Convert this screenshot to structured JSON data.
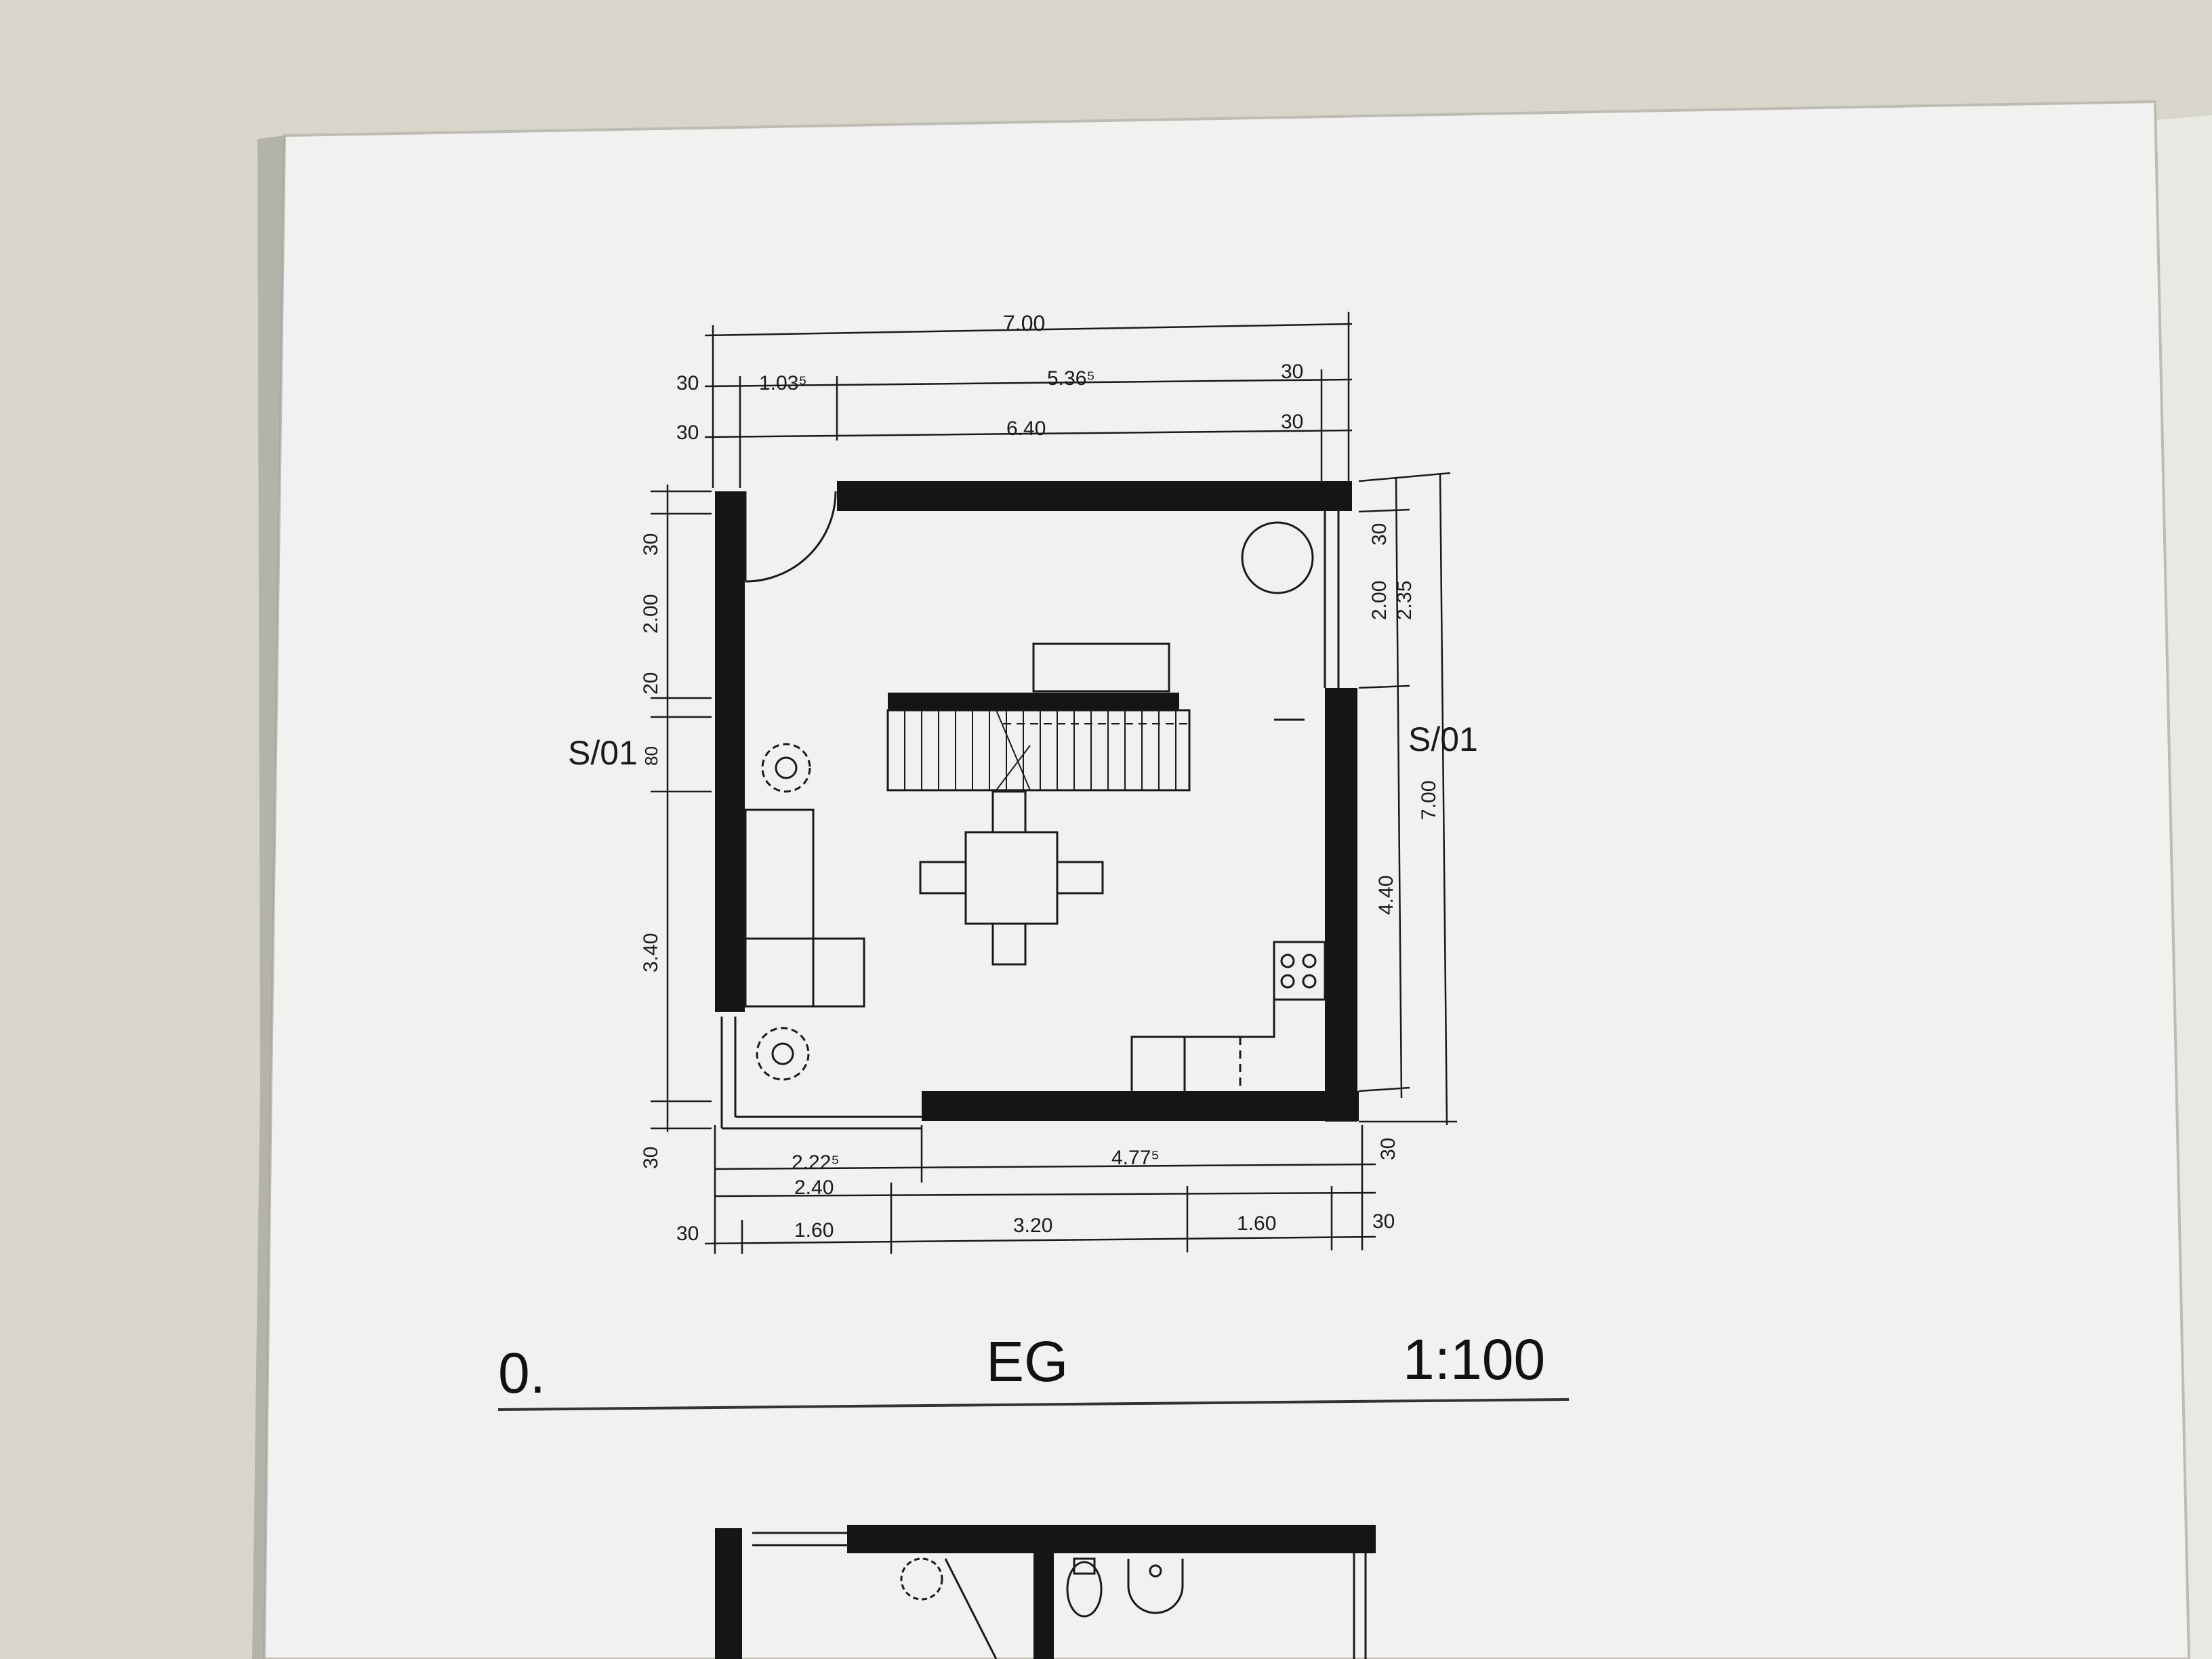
{
  "plan": {
    "overall_width": "7.00",
    "top_left_wall": "30",
    "door_offset": "1.03⁵",
    "top_opening": "5.36⁵",
    "top_right_wall": "30",
    "top_left_wall_2": "30",
    "interior_width": "6.40",
    "top_right_wall_2": "30",
    "left_wall_top": "30",
    "left_seg_1": "2.00",
    "left_seg_2": "20",
    "left_seg_3": "80",
    "left_seg_4": "3.40",
    "left_wall_bottom": "30",
    "right_wall_top": "30",
    "right_seg_1": "2.00",
    "right_seg_2": "2.35",
    "right_seg_3": "4.40",
    "right_overall": "7.00",
    "right_wall_bottom": "30",
    "section_left": "S/01",
    "section_right": "S/01",
    "bottom_seg_1": "2.22⁵",
    "bottom_seg_2": "4.77⁵",
    "bottom_seg_3": "2.40",
    "bottom_wall_left": "30",
    "bottom_w1": "1.60",
    "bottom_w2": "3.20",
    "bottom_w3": "1.60",
    "bottom_wall_right": "30"
  },
  "title_block": {
    "number": "0.",
    "floor": "EG",
    "scale": "1:100"
  }
}
